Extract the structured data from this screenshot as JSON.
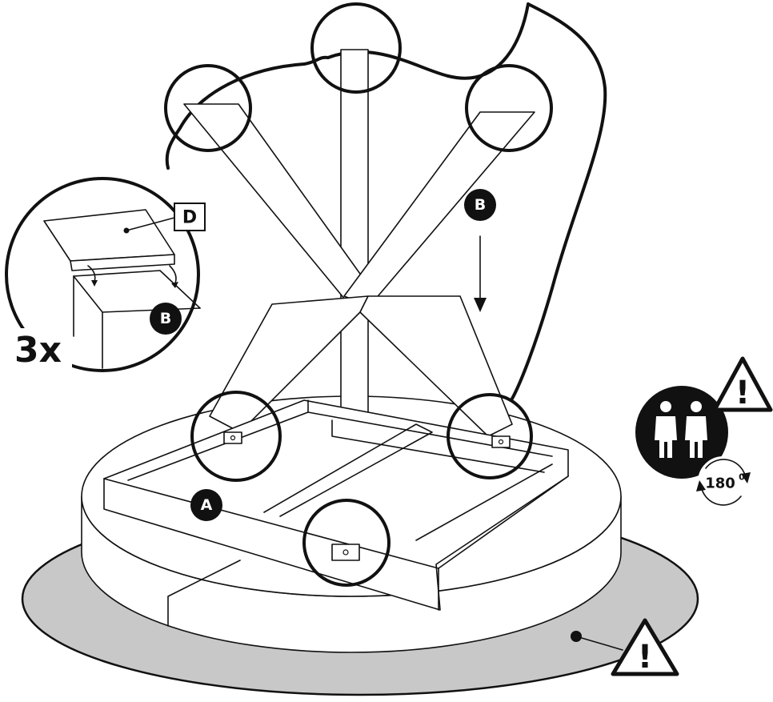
{
  "labels": {
    "part_a": "A",
    "part_b": "B",
    "part_d": "D",
    "count": "3x"
  },
  "rotation": {
    "degrees": "180",
    "unit_mark": "0"
  },
  "warnings": {
    "mark": "!"
  },
  "icons": [
    "warning-triangle-icon",
    "two-person-icon",
    "rotate-180-icon",
    "down-arrow-icon"
  ],
  "colors": {
    "ink": "#111111",
    "mat": "#c8c8c8",
    "paper": "#ffffff"
  }
}
